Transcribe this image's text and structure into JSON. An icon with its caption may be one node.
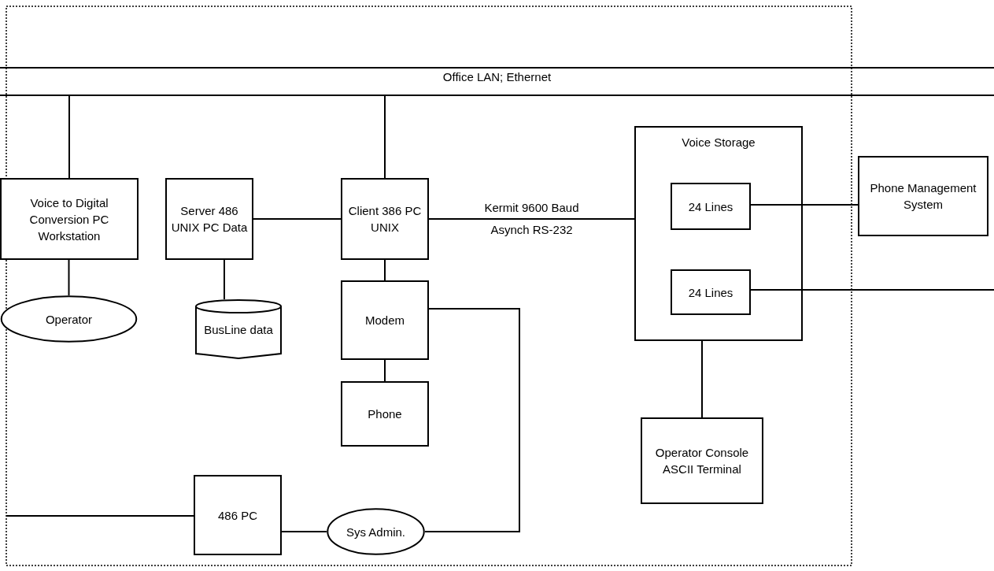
{
  "diagram": {
    "nodes": [
      {
        "text": [
          "Office LAN; Ethernet"
        ]
      },
      {
        "text": [
          "Voice to Digital Conversion PC Workstation"
        ]
      },
      {
        "text": [
          "Server 486 UNIX PC Data"
        ]
      },
      {
        "text": [
          "Client 386 PC UNIX"
        ]
      },
      {
        "text": [
          "Voice Storage"
        ]
      },
      {
        "text": [
          "24 Lines"
        ],
        "in": 4
      },
      {
        "text": [
          "24 Lines"
        ],
        "in": 4
      },
      {
        "text": [
          "Phone Management System"
        ]
      },
      {
        "text": [
          "Operator"
        ]
      },
      {
        "text": [
          "BusLine data"
        ]
      },
      {
        "text": [
          "Modem"
        ]
      },
      {
        "text": [
          "Phone"
        ]
      },
      {
        "text": [
          "Operator Console ASCII Terminal"
        ]
      },
      {
        "text": [
          "486 PC"
        ]
      },
      {
        "text": [
          "Sys Admin."
        ]
      }
    ],
    "edges": [
      {
        "from": 0,
        "to": 1,
        "arrow": "none"
      },
      {
        "from": 0,
        "to": 3,
        "arrow": "none"
      },
      {
        "from": 2,
        "to": 3,
        "arrow": "none"
      },
      {
        "from": 3,
        "to": 4,
        "arrow": "none",
        "label": "Kermit 9600 Baud Asynch RS-232"
      },
      {
        "from": 1,
        "to": 8,
        "arrow": "none"
      },
      {
        "from": 2,
        "to": 9,
        "arrow": "none"
      },
      {
        "from": 3,
        "to": 10,
        "arrow": "none"
      },
      {
        "from": 10,
        "to": 11,
        "arrow": "none"
      },
      {
        "from": 10,
        "to": 14,
        "arrow": "none"
      },
      {
        "from": 14,
        "to": 13,
        "arrow": "none"
      },
      {
        "from": null,
        "to": 13,
        "arrow": "none"
      },
      {
        "from": 5,
        "to": 7,
        "arrow": "none"
      },
      {
        "from": 6,
        "to": null,
        "arrow": "none"
      },
      {
        "from": 4,
        "to": 12,
        "arrow": "none"
      }
    ]
  }
}
